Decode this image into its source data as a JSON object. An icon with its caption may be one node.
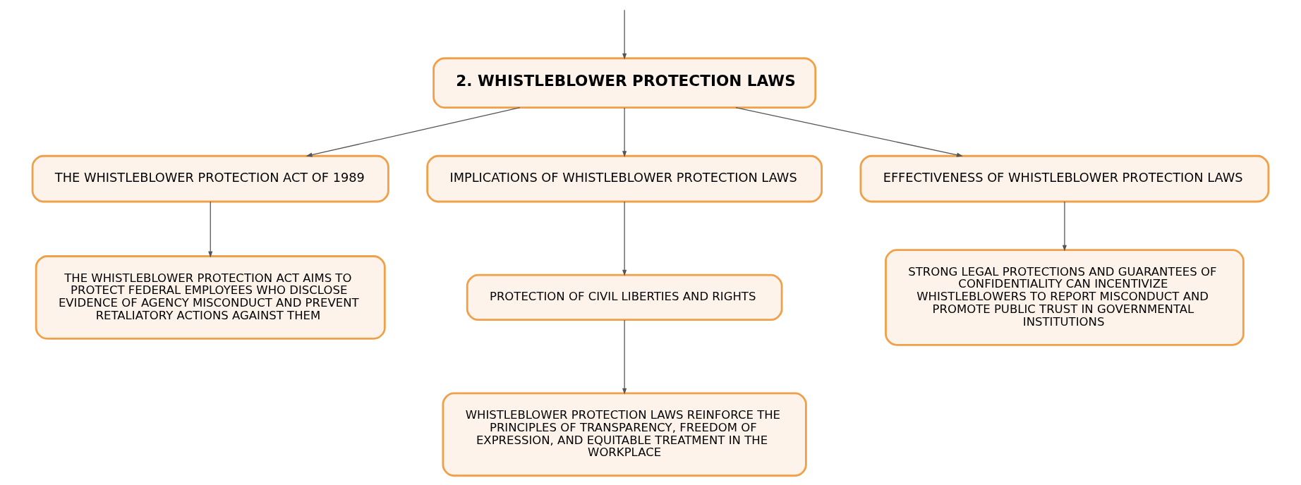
{
  "diagram": {
    "nodes": [
      {
        "text": [
          "2. WHISTLEBLOWER PROTECTION LAWS"
        ]
      },
      {
        "text": [
          "THE WHISTLEBLOWER PROTECTION ACT OF 1989"
        ]
      },
      {
        "text": [
          "IMPLICATIONS OF WHISTLEBLOWER PROTECTION LAWS"
        ]
      },
      {
        "text": [
          "EFFECTIVENESS OF WHISTLEBLOWER PROTECTION LAWS"
        ]
      },
      {
        "text": [
          "THE WHISTLEBLOWER PROTECTION ACT AIMS TO PROTECT FEDERAL EMPLOYEES WHO DISCLOSE EVIDENCE OF AGENCY MISCONDUCT AND PREVENT RETALIATORY ACTIONS AGAINST THEM"
        ]
      },
      {
        "text": [
          "PROTECTION OF CIVIL LIBERTIES AND RIGHTS"
        ]
      },
      {
        "text": [
          "STRONG LEGAL PROTECTIONS AND GUARANTEES OF CONFIDENTIALITY CAN INCENTIVIZE WHISTLEBLOWERS TO REPORT MISCONDUCT AND PROMOTE PUBLIC TRUST IN GOVERNMENTAL INSTITUTIONS"
        ]
      },
      {
        "text": [
          "WHISTLEBLOWER PROTECTION LAWS REINFORCE THE PRINCIPLES OF TRANSPARENCY, FREEDOM OF EXPRESSION, AND EQUITABLE TREATMENT IN THE WORKPLACE"
        ]
      }
    ],
    "edges": [
      {
        "from": null,
        "to": 0,
        "arrow": "to"
      },
      {
        "from": 0,
        "to": 1,
        "arrow": "to"
      },
      {
        "from": 0,
        "to": 2,
        "arrow": "to"
      },
      {
        "from": 0,
        "to": 3,
        "arrow": "to"
      },
      {
        "from": 1,
        "to": 4,
        "arrow": "to"
      },
      {
        "from": 2,
        "to": 5,
        "arrow": "to"
      },
      {
        "from": 3,
        "to": 6,
        "arrow": "to"
      },
      {
        "from": 5,
        "to": 7,
        "arrow": "to"
      }
    ]
  }
}
